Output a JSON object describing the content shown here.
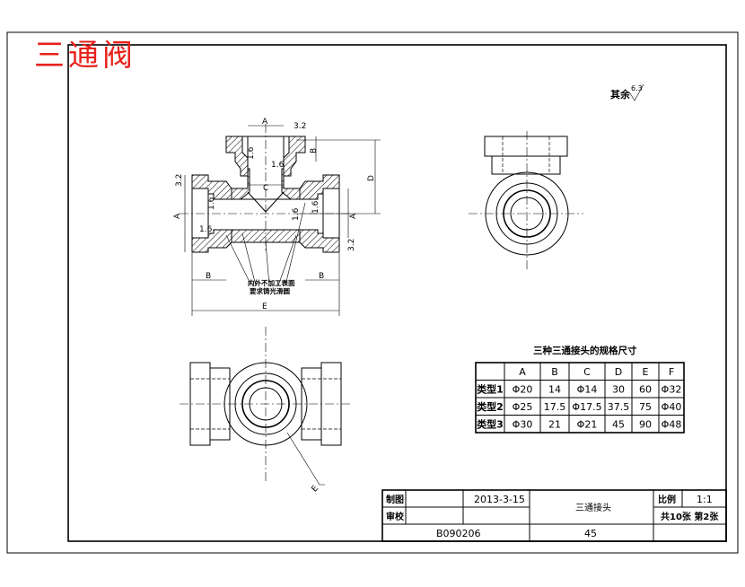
{
  "title_stamp": "三通阀",
  "roughness_note": {
    "label": "其余",
    "value": "6.3"
  },
  "dims": {
    "A": "A",
    "B": "B",
    "C": "C",
    "D": "D",
    "E": "E",
    "r32": "3.2",
    "r16": "1.6"
  },
  "section_note": [
    "内外不加工表面",
    "要求铸光滑圆"
  ],
  "spec_table": {
    "title": "三种三通接头的规格尺寸",
    "headers": [
      "",
      "A",
      "B",
      "C",
      "D",
      "E",
      "F"
    ],
    "rows": [
      [
        "类型1",
        "Φ20",
        "14",
        "Φ14",
        "30",
        "60",
        "Φ32"
      ],
      [
        "类型2",
        "Φ25",
        "17.5",
        "Φ17.5",
        "37.5",
        "75",
        "Φ40"
      ],
      [
        "类型3",
        "Φ30",
        "21",
        "Φ21",
        "45",
        "90",
        "Φ48"
      ]
    ]
  },
  "title_block": {
    "drawn_label": "制图",
    "checked_label": "审校",
    "date": "2013-3-15",
    "part_name": "三通接头",
    "scale_label": "比例",
    "scale_value": "1:1",
    "sheet_info": "共10张 第2张",
    "drawing_no": "B090206",
    "material": "45"
  },
  "colors": {
    "stamp": "#e8211c",
    "line": "#000000"
  }
}
